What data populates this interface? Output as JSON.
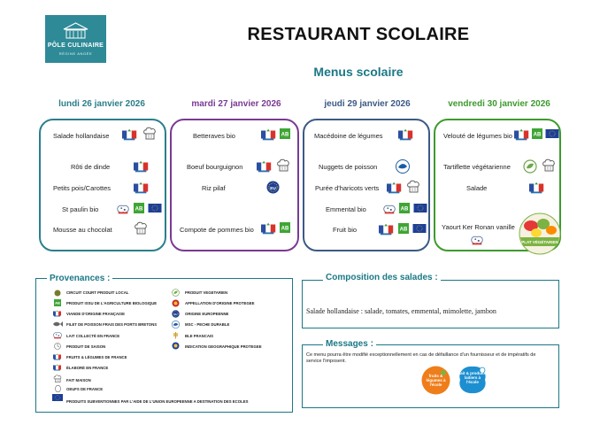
{
  "header": {
    "logo_line1": "PÔLE CULINAIRE",
    "logo_line2": "RÉGINE ANGÉE",
    "title": "RESTAURANT SCOLAIRE",
    "subtitle": "Menus scolaire"
  },
  "days": [
    {
      "label": "lundi 26 janvier 2026",
      "color": "#2b7f8a",
      "items": [
        "Salade hollandaise",
        "Rôti de dinde",
        "Petits pois/Carottes",
        "St paulin bio",
        "Mousse au chocolat"
      ]
    },
    {
      "label": "mardi 27 janvier 2026",
      "color": "#7a3a93",
      "items": [
        "Betteraves bio",
        "Boeuf bourguignon",
        "Riz pilaf",
        "Compote de pommes bio"
      ]
    },
    {
      "label": "jeudi 29 janvier 2026",
      "color": "#3b5a85",
      "items": [
        "Macédoine de légumes",
        "Nuggets de poisson",
        "Purée d'haricots verts",
        "Emmental bio",
        "Fruit bio"
      ]
    },
    {
      "label": "vendredi 30 janvier 2026",
      "color": "#3e9a2e",
      "items": [
        "Velouté de légumes bio",
        "Tartiflette végétarienne",
        "Salade",
        "Yaourt Ker Ronan vanille"
      ]
    }
  ],
  "badges": {
    "veg_banner": "PLAT VÉGÉTARIEN",
    "ab": "AB",
    "eu": "EU"
  },
  "provenances": {
    "title": "Provenances :",
    "left": [
      "CIRCUIT COURT PRODUIT LOCAL",
      "PRODUIT ISSU DE L'AGRICULTURE BIOLOGIQUE",
      "VIANDE D'ORIGINE FRANÇAISE",
      "FILET DE POISSON FRAIS DES PORTS BRETONS",
      "LAIT COLLECTÉ EN FRANCE",
      "PRODUIT DE SAISON",
      "FRUITS & LÉGUMES DE FRANCE",
      "ÉLABORÉ EN FRANCE",
      "FAIT MAISON",
      "OEUFS DE FRANCE",
      "PRODUITS SUBVENTIONNES PAR L'AIDE DE L'UNION EUROPEENNE A DESTINATION DES ECOLES"
    ],
    "right": [
      "PRODUIT VEGETARIEN",
      "APPELLATION D'ORIGINE PROTEGEE",
      "ORIGINE EUROPEENNE",
      "MSC - PECHE DURABLE",
      "BLE FRANCAIS",
      "INDICATION GEOGRAPHIQUE PROTEGEE"
    ]
  },
  "salads": {
    "title": "Composition des salades :",
    "text": "Salade hollandaise : salade, tomates, emmental, mimolette, jambon"
  },
  "messages": {
    "title": "Messages :",
    "text": "Ce menu pourra être modifié exceptionnellement en cas de défaillance d'un fournisseur et de impératifs de service l'imposent.",
    "logo1": "fruits & légumes à l'école",
    "logo2": "lait & produits laitiers à l'école"
  }
}
